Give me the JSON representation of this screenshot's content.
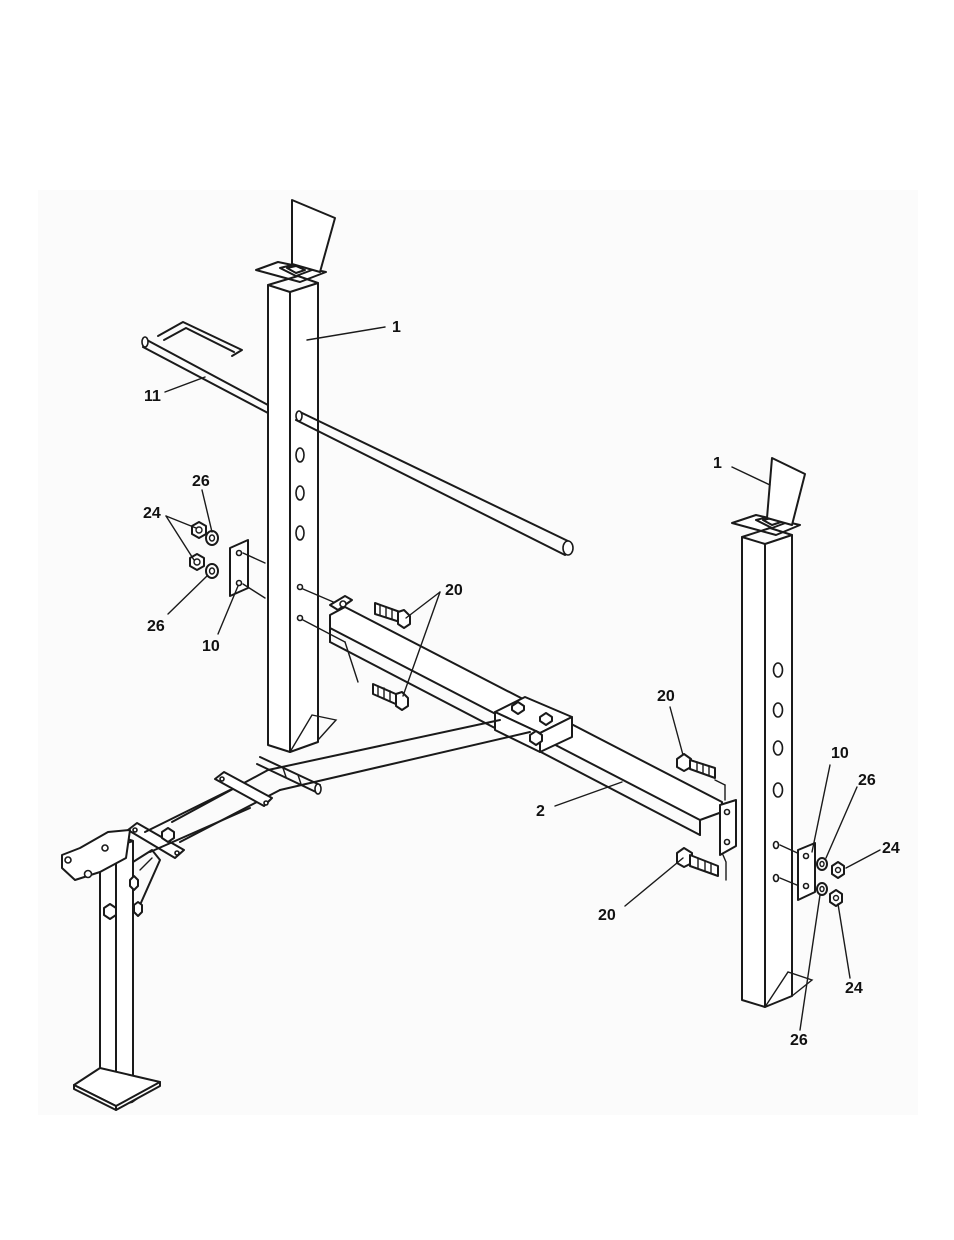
{
  "colors": {
    "line": "#1a1a1a",
    "background": "#ffffff",
    "panel": "#fbfbfb"
  },
  "callouts": {
    "upright_left": "1",
    "upright_right": "1",
    "safety_bar": "11",
    "washer_left_top": "26",
    "nut_left": "24",
    "washer_left_bottom": "26",
    "bracket_left": "10",
    "bolts_left": "20",
    "bolt_right_top": "20",
    "crossbar": "2",
    "bolt_right_bottom": "20",
    "bracket_right": "10",
    "washer_right_top": "26",
    "nut_right_top": "24",
    "nut_right_bottom": "24",
    "washer_right_bottom": "26"
  }
}
